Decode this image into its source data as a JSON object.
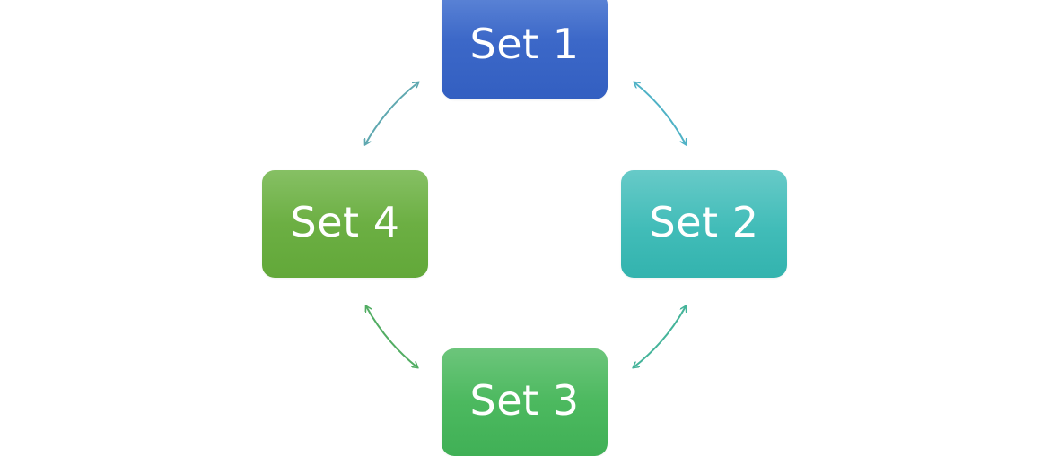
{
  "diagram": {
    "type": "cycle",
    "nodes": [
      {
        "label": "Set 1",
        "color": "#3c68c8"
      },
      {
        "label": "Set 2",
        "color": "#41bcb8"
      },
      {
        "label": "Set 3",
        "color": "#4cb95f"
      },
      {
        "label": "Set 4",
        "color": "#6caf43"
      }
    ],
    "connections": [
      {
        "from": "Set 1",
        "to": "Set 2",
        "bidirectional": true,
        "color": "#4fb2c6"
      },
      {
        "from": "Set 2",
        "to": "Set 3",
        "bidirectional": true,
        "color": "#45b49a"
      },
      {
        "from": "Set 3",
        "to": "Set 4",
        "bidirectional": true,
        "color": "#52ad63"
      },
      {
        "from": "Set 4",
        "to": "Set 1",
        "bidirectional": true,
        "color": "#5fa8b0"
      }
    ]
  }
}
